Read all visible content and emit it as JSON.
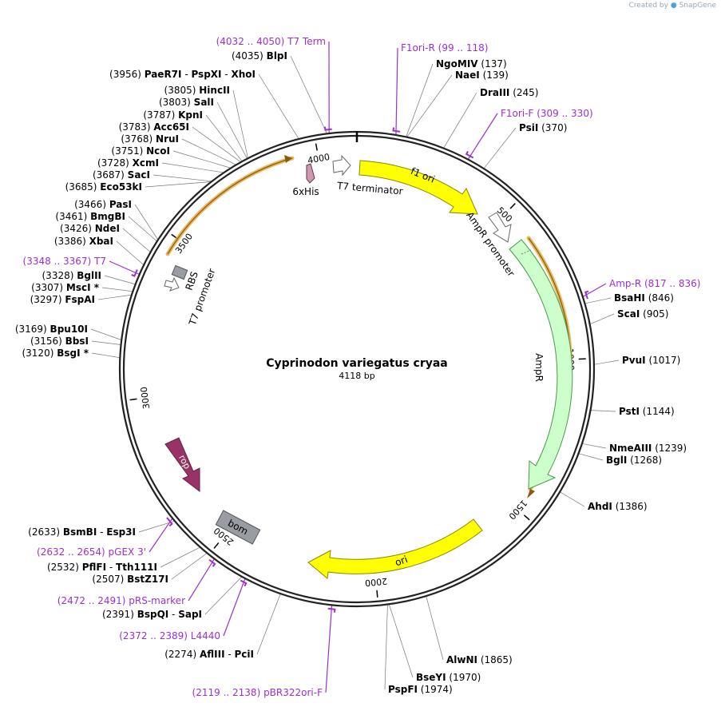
{
  "credit": {
    "prefix": "Created by",
    "brand": "SnapGene"
  },
  "plasmid": {
    "name": "Cyprinodon variegatus cryaa",
    "length_label": "4118 bp",
    "length": 4118
  },
  "ticks": [
    {
      "pos": 4000,
      "label": "4000"
    },
    {
      "pos": 500,
      "label": "500"
    },
    {
      "pos": 1000,
      "label": "1000"
    },
    {
      "pos": 1500,
      "label": "1500"
    },
    {
      "pos": 2000,
      "label": "2000"
    },
    {
      "pos": 2500,
      "label": "2500"
    },
    {
      "pos": 3000,
      "label": "3000"
    },
    {
      "pos": 3500,
      "label": "3500"
    }
  ],
  "enzymes": [
    {
      "side": "R",
      "parts": [
        {
          "t": "NgoMIV",
          "b": true
        },
        {
          "t": "  (137)"
        }
      ],
      "site": 137
    },
    {
      "side": "R",
      "parts": [
        {
          "t": "NaeI",
          "b": true
        },
        {
          "t": "  (139)"
        }
      ],
      "site": 139
    },
    {
      "side": "R",
      "parts": [
        {
          "t": "DraIII",
          "b": true
        },
        {
          "t": "  (245)"
        }
      ],
      "site": 245
    },
    {
      "side": "R",
      "parts": [
        {
          "t": "PsiI",
          "b": true
        },
        {
          "t": "  (370)"
        }
      ],
      "site": 370
    },
    {
      "side": "R",
      "parts": [
        {
          "t": "BsaHI",
          "b": true
        },
        {
          "t": "  (846)"
        }
      ],
      "site": 846
    },
    {
      "side": "R",
      "parts": [
        {
          "t": "ScaI",
          "b": true
        },
        {
          "t": "  (905)"
        }
      ],
      "site": 905
    },
    {
      "side": "R",
      "parts": [
        {
          "t": "PvuI",
          "b": true
        },
        {
          "t": "  (1017)"
        }
      ],
      "site": 1017
    },
    {
      "side": "R",
      "parts": [
        {
          "t": "PstI",
          "b": true
        },
        {
          "t": "  (1144)"
        }
      ],
      "site": 1144
    },
    {
      "side": "R",
      "parts": [
        {
          "t": "NmeAIII",
          "b": true
        },
        {
          "t": "  (1239)"
        }
      ],
      "site": 1239
    },
    {
      "side": "R",
      "parts": [
        {
          "t": "BglI",
          "b": true
        },
        {
          "t": "  (1268)"
        }
      ],
      "site": 1268
    },
    {
      "side": "R",
      "parts": [
        {
          "t": "AhdI",
          "b": true
        },
        {
          "t": "  (1386)"
        }
      ],
      "site": 1386
    },
    {
      "side": "R",
      "parts": [
        {
          "t": "AlwNI",
          "b": true
        },
        {
          "t": "  (1865)"
        }
      ],
      "site": 1865
    },
    {
      "side": "R",
      "parts": [
        {
          "t": "BseYI",
          "b": true
        },
        {
          "t": "  (1970)"
        }
      ],
      "site": 1970
    },
    {
      "side": "R",
      "parts": [
        {
          "t": "PspFI",
          "b": true
        },
        {
          "t": "  (1974)"
        }
      ],
      "site": 1974
    },
    {
      "side": "L",
      "parts": [
        {
          "t": "(2274)  "
        },
        {
          "t": "AflIII",
          "b": true
        },
        {
          "t": "  -  "
        },
        {
          "t": "PciI",
          "b": true
        }
      ],
      "site": 2274
    },
    {
      "side": "L",
      "parts": [
        {
          "t": "(2391)  "
        },
        {
          "t": "BspQI",
          "b": true
        },
        {
          "t": "  -  "
        },
        {
          "t": "SapI",
          "b": true
        }
      ],
      "site": 2391
    },
    {
      "side": "L",
      "parts": [
        {
          "t": "(2507)  "
        },
        {
          "t": "BstZ17I",
          "b": true
        }
      ],
      "site": 2507
    },
    {
      "side": "L",
      "parts": [
        {
          "t": "(2532)  "
        },
        {
          "t": "PflFI",
          "b": true
        },
        {
          "t": "  -  "
        },
        {
          "t": "Tth111I",
          "b": true
        }
      ],
      "site": 2532
    },
    {
      "side": "L",
      "parts": [
        {
          "t": "(2633)  "
        },
        {
          "t": "BsmBI",
          "b": true
        },
        {
          "t": "  -  "
        },
        {
          "t": "Esp3I",
          "b": true
        }
      ],
      "site": 2633
    },
    {
      "side": "L",
      "parts": [
        {
          "t": "(3120)  "
        },
        {
          "t": "BsgI *",
          "b": true
        }
      ],
      "site": 3120
    },
    {
      "side": "L",
      "parts": [
        {
          "t": "(3156)  "
        },
        {
          "t": "BbsI",
          "b": true
        }
      ],
      "site": 3156
    },
    {
      "side": "L",
      "parts": [
        {
          "t": "(3169)  "
        },
        {
          "t": "Bpu10I",
          "b": true
        }
      ],
      "site": 3169
    },
    {
      "side": "L",
      "parts": [
        {
          "t": "(3297)  "
        },
        {
          "t": "FspAI",
          "b": true
        }
      ],
      "site": 3297
    },
    {
      "side": "L",
      "parts": [
        {
          "t": "(3307)  "
        },
        {
          "t": "MscI *",
          "b": true
        }
      ],
      "site": 3307
    },
    {
      "side": "L",
      "parts": [
        {
          "t": "(3328)  "
        },
        {
          "t": "BglII",
          "b": true
        }
      ],
      "site": 3328
    },
    {
      "side": "L",
      "parts": [
        {
          "t": "(3386)  "
        },
        {
          "t": "XbaI",
          "b": true
        }
      ],
      "site": 3386
    },
    {
      "side": "L",
      "parts": [
        {
          "t": "(3426)  "
        },
        {
          "t": "NdeI",
          "b": true
        }
      ],
      "site": 3426
    },
    {
      "side": "L",
      "parts": [
        {
          "t": "(3461)  "
        },
        {
          "t": "BmgBI",
          "b": true
        }
      ],
      "site": 3461
    },
    {
      "side": "L",
      "parts": [
        {
          "t": "(3466)  "
        },
        {
          "t": "PasI",
          "b": true
        }
      ],
      "site": 3466
    },
    {
      "side": "L",
      "parts": [
        {
          "t": "(3685)  "
        },
        {
          "t": "Eco53kI",
          "b": true
        }
      ],
      "site": 3685
    },
    {
      "side": "L",
      "parts": [
        {
          "t": "(3687)  "
        },
        {
          "t": "SacI",
          "b": true
        }
      ],
      "site": 3687
    },
    {
      "side": "L",
      "parts": [
        {
          "t": "(3728)  "
        },
        {
          "t": "XcmI",
          "b": true
        }
      ],
      "site": 3728
    },
    {
      "side": "L",
      "parts": [
        {
          "t": "(3751)  "
        },
        {
          "t": "NcoI",
          "b": true
        }
      ],
      "site": 3751
    },
    {
      "side": "L",
      "parts": [
        {
          "t": "(3768)  "
        },
        {
          "t": "NruI",
          "b": true
        }
      ],
      "site": 3768
    },
    {
      "side": "L",
      "parts": [
        {
          "t": "(3783)  "
        },
        {
          "t": "Acc65I",
          "b": true
        }
      ],
      "site": 3783
    },
    {
      "side": "L",
      "parts": [
        {
          "t": "(3787)  "
        },
        {
          "t": "KpnI",
          "b": true
        }
      ],
      "site": 3787
    },
    {
      "side": "L",
      "parts": [
        {
          "t": "(3803)  "
        },
        {
          "t": "SalI",
          "b": true
        }
      ],
      "site": 3803
    },
    {
      "side": "L",
      "parts": [
        {
          "t": "(3805)  "
        },
        {
          "t": "HincII",
          "b": true
        }
      ],
      "site": 3805
    },
    {
      "side": "L",
      "parts": [
        {
          "t": "(3956)  "
        },
        {
          "t": "PaeR7I",
          "b": true
        },
        {
          "t": "  -  "
        },
        {
          "t": "PspXI",
          "b": true
        },
        {
          "t": "  -  "
        },
        {
          "t": "XhoI",
          "b": true
        }
      ],
      "site": 3956
    },
    {
      "side": "L",
      "parts": [
        {
          "t": "(4035)  "
        },
        {
          "t": "BlpI",
          "b": true
        }
      ],
      "site": 4035
    }
  ],
  "primers": [
    {
      "side": "R",
      "parts": [
        {
          "t": "F1ori-R"
        },
        {
          "t": "    (99 .. 118)"
        }
      ],
      "start": 99,
      "end": 118
    },
    {
      "side": "R",
      "parts": [
        {
          "t": "F1ori-F"
        },
        {
          "t": "    (309 .. 330)"
        }
      ],
      "start": 309,
      "end": 330
    },
    {
      "side": "R",
      "parts": [
        {
          "t": "Amp-R"
        },
        {
          "t": "    (817 .. 836)"
        }
      ],
      "start": 817,
      "end": 836
    },
    {
      "side": "L",
      "parts": [
        {
          "t": "(2119 .. 2138)    "
        },
        {
          "t": "pBR322ori-F"
        }
      ],
      "start": 2119,
      "end": 2138
    },
    {
      "side": "L",
      "parts": [
        {
          "t": "(2372 .. 2389)    "
        },
        {
          "t": "L4440"
        }
      ],
      "start": 2372,
      "end": 2389
    },
    {
      "side": "L",
      "parts": [
        {
          "t": "(2472 .. 2491)    "
        },
        {
          "t": "pRS-marker"
        }
      ],
      "start": 2472,
      "end": 2491
    },
    {
      "side": "L",
      "parts": [
        {
          "t": "(2632 .. 2654)    "
        },
        {
          "t": "pGEX 3'"
        }
      ],
      "start": 2632,
      "end": 2654
    },
    {
      "side": "L",
      "parts": [
        {
          "t": "(3348 .. 3367)    "
        },
        {
          "t": "T7"
        }
      ],
      "start": 3348,
      "end": 3367
    },
    {
      "side": "L",
      "parts": [
        {
          "t": "(4032 .. 4050)    "
        },
        {
          "t": "T7 Term"
        }
      ],
      "start": 4032,
      "end": 4050
    }
  ],
  "features": [
    {
      "label": "f1 ori",
      "type": "arrow-arc",
      "color": "#ffff00",
      "stroke": "#888800"
    },
    {
      "label": "AmpR promoter",
      "type": "small-arrow",
      "color": "#ffffff"
    },
    {
      "label": "AmpR",
      "type": "arrow-arc",
      "color": "#ccffcc",
      "stroke": "#4a9a4a"
    },
    {
      "label": "ori",
      "type": "arrow-arc",
      "color": "#ffff00",
      "stroke": "#888800"
    },
    {
      "label": "bom",
      "type": "box",
      "color": "#999da3"
    },
    {
      "label": "rop",
      "type": "arrow",
      "color": "#993366"
    },
    {
      "label": "T7 promoter",
      "type": "small-arrow",
      "color": "#ffffff"
    },
    {
      "label": "RBS",
      "type": "box",
      "color": "#999da3"
    },
    {
      "label": "6xHis",
      "type": "arrow",
      "color": "#cc99b2"
    },
    {
      "label": "T7 terminator",
      "type": "small-arrow",
      "color": "#ffffff"
    }
  ],
  "colors": {
    "primer": "#9b2fd6",
    "orf": "#e6a93c",
    "backbone": "#222222"
  }
}
